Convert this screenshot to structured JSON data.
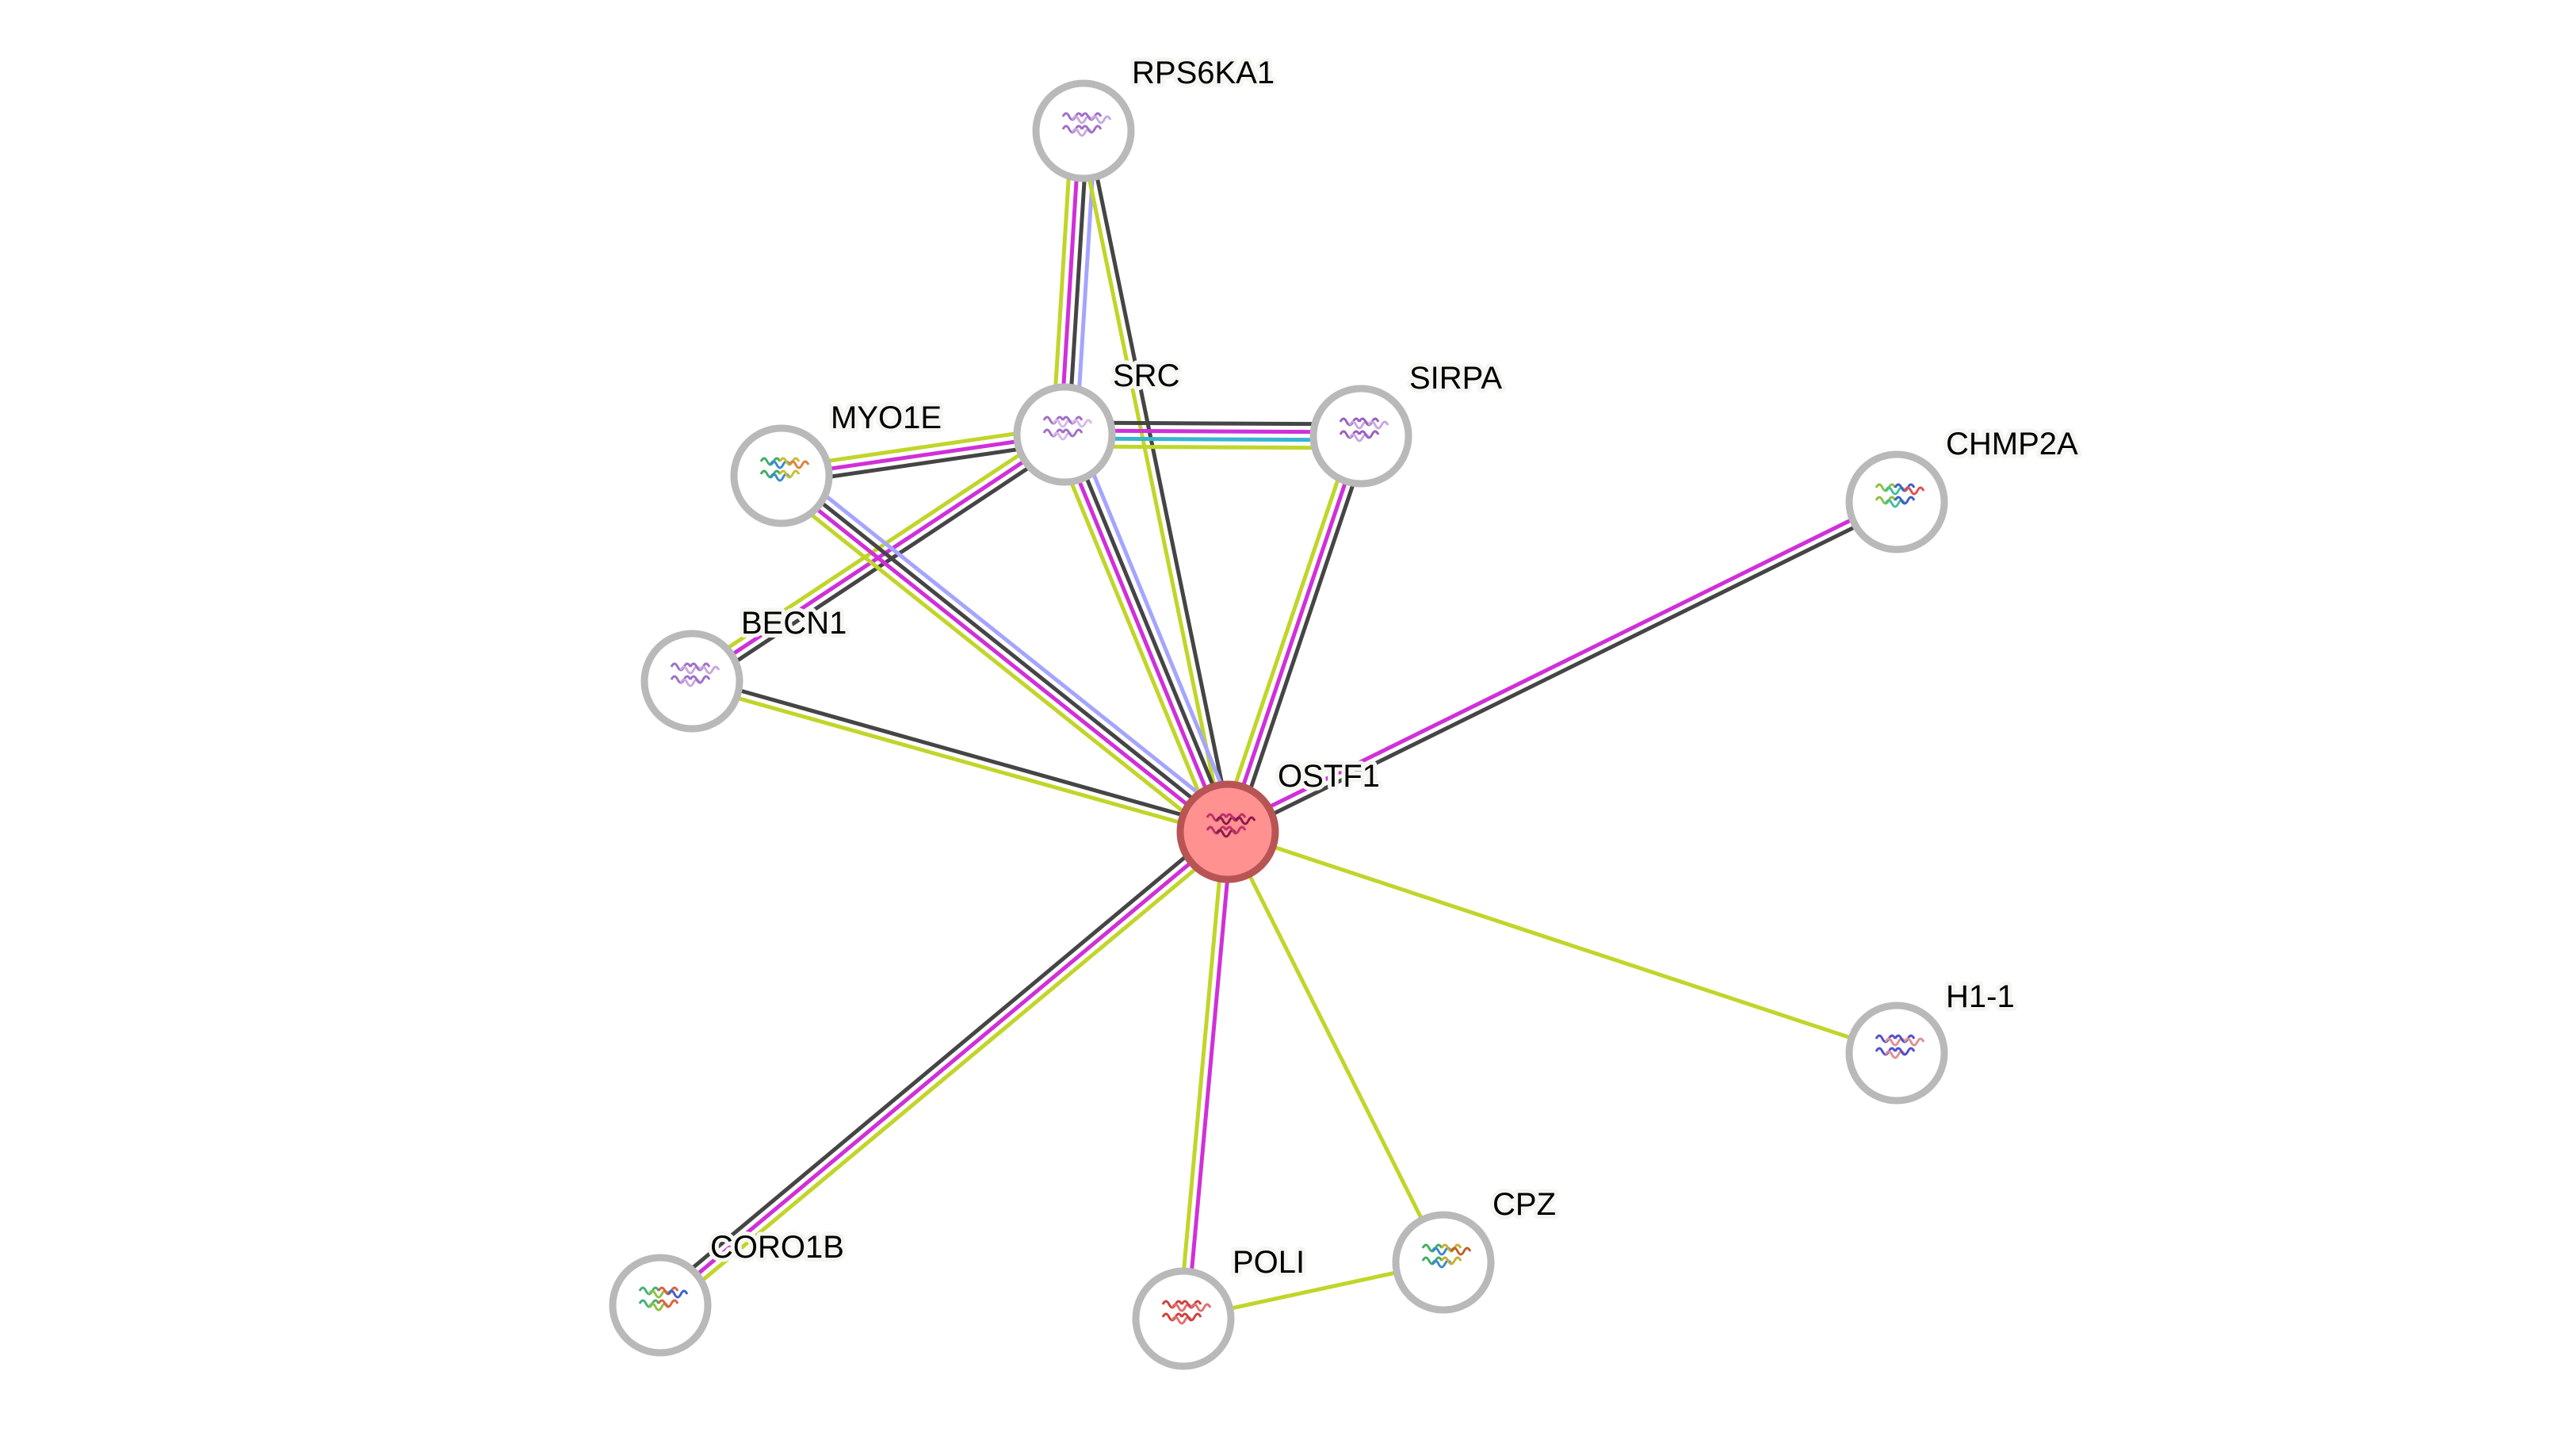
{
  "network": {
    "title": "Protein interaction network",
    "query_node": "OSTF1",
    "colors": {
      "query_fill": "#ff9191",
      "query_ring": "#b85454",
      "node_ring": "#b9b9b9",
      "node_fill": "#ffffff",
      "label_halo": "#f5f5f2"
    },
    "evidence_colors": {
      "textmining": "#c1d52a",
      "experiments": "#d030d8",
      "coexpression": "#454545",
      "database": "#35b5d0",
      "homology": "#a5a5ff"
    },
    "nodes": [
      {
        "id": "OSTF1",
        "label": "OSTF1",
        "query": true,
        "structure_colors": [
          "#c0306a",
          "#8a1a4a"
        ]
      },
      {
        "id": "RPS6KA1",
        "label": "RPS6KA1",
        "query": false,
        "structure_colors": [
          "#a070c8",
          "#c8a8e0"
        ]
      },
      {
        "id": "SRC",
        "label": "SRC",
        "query": false,
        "structure_colors": [
          "#a070c8",
          "#d8b8e8"
        ]
      },
      {
        "id": "SIRPA",
        "label": "SIRPA",
        "query": false,
        "structure_colors": [
          "#9a60c0",
          "#c8a8e0"
        ]
      },
      {
        "id": "MYO1E",
        "label": "MYO1E",
        "query": false,
        "structure_colors": [
          "#40b060",
          "#3a8ad0",
          "#c8c030",
          "#e08040"
        ]
      },
      {
        "id": "BECN1",
        "label": "BECN1",
        "query": false,
        "structure_colors": [
          "#a070c8",
          "#c8a8e0"
        ]
      },
      {
        "id": "CHMP2A",
        "label": "CHMP2A",
        "query": false,
        "structure_colors": [
          "#90c040",
          "#40c0a0",
          "#4060c0",
          "#e05050"
        ]
      },
      {
        "id": "H1-1",
        "label": "H1-1",
        "query": false,
        "structure_colors": [
          "#5050d0",
          "#e09090"
        ]
      },
      {
        "id": "CORO1B",
        "label": "CORO1B",
        "query": false,
        "structure_colors": [
          "#40b080",
          "#90c040",
          "#e06040",
          "#4060d0"
        ]
      },
      {
        "id": "POLI",
        "label": "POLI",
        "query": false,
        "structure_colors": [
          "#d04040",
          "#e07070"
        ]
      },
      {
        "id": "CPZ",
        "label": "CPZ",
        "query": false,
        "structure_colors": [
          "#40b060",
          "#3a8ad0",
          "#c8b030",
          "#c06030"
        ]
      }
    ],
    "edges": [
      {
        "source": "RPS6KA1",
        "target": "SRC",
        "evidence": [
          "homology",
          "coexpression",
          "experiments",
          "textmining"
        ]
      },
      {
        "source": "RPS6KA1",
        "target": "OSTF1",
        "evidence": [
          "coexpression",
          "textmining"
        ]
      },
      {
        "source": "SRC",
        "target": "SIRPA",
        "evidence": [
          "coexpression",
          "experiments",
          "database",
          "textmining"
        ]
      },
      {
        "source": "SRC",
        "target": "MYO1E",
        "evidence": [
          "coexpression",
          "experiments",
          "textmining"
        ]
      },
      {
        "source": "SRC",
        "target": "BECN1",
        "evidence": [
          "coexpression",
          "experiments",
          "textmining"
        ]
      },
      {
        "source": "SRC",
        "target": "OSTF1",
        "evidence": [
          "homology",
          "coexpression",
          "experiments",
          "textmining"
        ]
      },
      {
        "source": "MYO1E",
        "target": "OSTF1",
        "evidence": [
          "homology",
          "coexpression",
          "experiments",
          "textmining"
        ]
      },
      {
        "source": "BECN1",
        "target": "OSTF1",
        "evidence": [
          "coexpression",
          "textmining"
        ]
      },
      {
        "source": "SIRPA",
        "target": "OSTF1",
        "evidence": [
          "coexpression",
          "experiments",
          "textmining"
        ]
      },
      {
        "source": "CHMP2A",
        "target": "OSTF1",
        "evidence": [
          "coexpression",
          "experiments"
        ]
      },
      {
        "source": "H1-1",
        "target": "OSTF1",
        "evidence": [
          "textmining"
        ]
      },
      {
        "source": "CORO1B",
        "target": "OSTF1",
        "evidence": [
          "coexpression",
          "experiments",
          "textmining"
        ]
      },
      {
        "source": "POLI",
        "target": "OSTF1",
        "evidence": [
          "textmining",
          "experiments"
        ]
      },
      {
        "source": "CPZ",
        "target": "OSTF1",
        "evidence": [
          "textmining"
        ]
      },
      {
        "source": "POLI",
        "target": "CPZ",
        "evidence": [
          "textmining"
        ]
      }
    ]
  }
}
